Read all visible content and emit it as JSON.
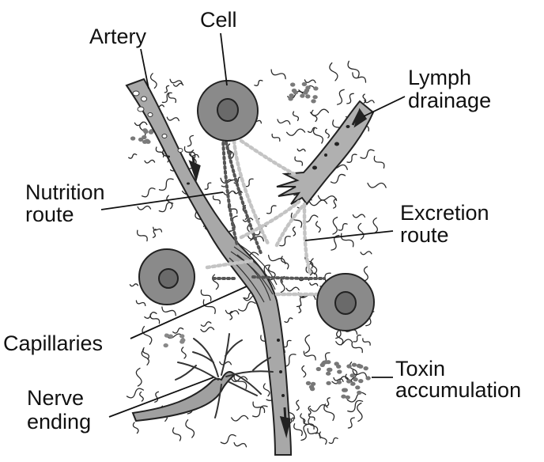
{
  "labels": {
    "artery": "Artery",
    "cell": "Cell",
    "lymph_line1": "Lymph",
    "lymph_line2": "drainage",
    "nutrition_line1": "Nutrition",
    "nutrition_line2": "route",
    "excretion_line1": "Excretion",
    "excretion_line2": "route",
    "capillaries": "Capillaries",
    "toxin_line1": "Toxin",
    "toxin_line2": "accumulation",
    "nerve_line1": "Nerve",
    "nerve_line2": "ending"
  },
  "colors": {
    "tissue_fibers": "#2a2a2a",
    "cell_fill": "#8a8a8a",
    "nucleus_fill": "#6a6a6a",
    "vessel_fill": "#a8a8a8",
    "lymph_fill": "#b0b0b0",
    "nutrition_dots": "#555555",
    "excretion_dots": "#c4c4c4",
    "toxin_dots": "#777777"
  }
}
